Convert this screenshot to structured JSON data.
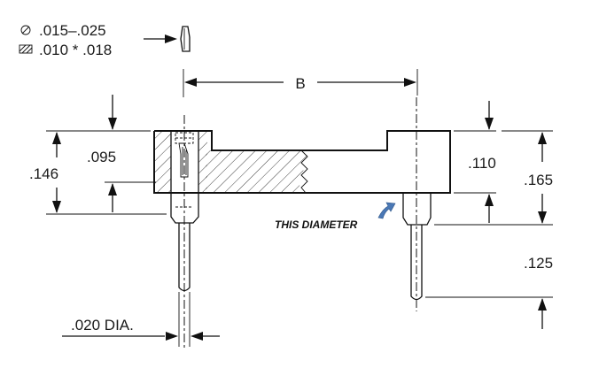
{
  "legend": {
    "symbol1_text": ".015–.025",
    "symbol2_text": ".010 * .018"
  },
  "dimensions": {
    "b": "B",
    "d095": ".095",
    "d146": ".146",
    "d110": ".110",
    "d165": ".165",
    "d125": ".125",
    "d020": ".020 DIA."
  },
  "callout": {
    "text": "THIS DIAMETER",
    "arrow_color": "#4a78b5"
  }
}
